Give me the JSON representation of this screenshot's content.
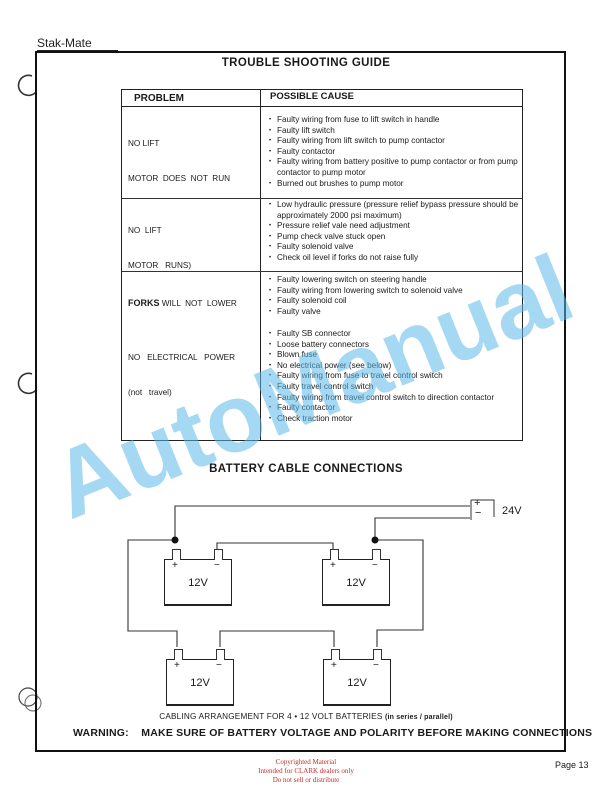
{
  "header": {
    "product": "Stak-Mate"
  },
  "titles": {
    "main": "TROUBLE  SHOOTING  GUIDE",
    "battery": "BATTERY  CABLE  CONNECTIONS"
  },
  "table": {
    "columns": {
      "problem": "PROBLEM",
      "cause": "POSSIBLE CAUSE"
    },
    "rows": [
      {
        "problem": [
          "NO LIFT",
          "MOTOR  DOES  NOT  RUN"
        ],
        "causes": [
          "Faulty wiring from fuse to lift switch in handle",
          "Faulty lift switch",
          "Faulty wiring from lift switch to pump contactor",
          "Faulty contactor",
          "Faulty wiring from battery positive to pump contactor or from pump contactor to pump motor",
          "Burned out brushes to pump motor"
        ]
      },
      {
        "problem": [
          "NO  LIFT",
          "MOTOR   RUNS)"
        ],
        "causes": [
          "Low hydraulic pressure (pressure relief bypass pressure should be approximately 2000 psi maximum)",
          "Pressure relief vale need adjustment",
          "Pump check valve stuck open",
          "Faulty solenoid valve",
          "Check oil level if forks do not raise fully"
        ]
      },
      {
        "problem_bold": "FORKS",
        "problem": [
          "WILL  NOT  LOWER"
        ],
        "causes": [
          "Faulty lowering switch on steering handle",
          "Faulty wiring from lowering switch to solenoid valve",
          "Faulty solenoid coil",
          "Faulty valve"
        ]
      },
      {
        "problem": [
          "NO   ELECTRICAL   POWER",
          "(not   travel)"
        ],
        "causes": [
          "Faulty SB connector",
          "Loose battery connectors",
          "Blown fuse",
          "No electrical power (see below)",
          "Faulty wiring from fuse to travel control switch",
          "Faulty travel control switch",
          "Faulty wiring from travel control switch to direction contactor",
          "Faulty contactor",
          "Check traction motor"
        ]
      }
    ]
  },
  "diagram": {
    "output_terminal": {
      "plus": "+",
      "minus": "−",
      "label": "24V"
    },
    "batteries": [
      {
        "id": "top-left",
        "voltage": "12V",
        "plus": "+",
        "minus": "−"
      },
      {
        "id": "top-right",
        "voltage": "12V",
        "plus": "+",
        "minus": "−"
      },
      {
        "id": "bottom-left",
        "voltage": "12V",
        "plus": "+",
        "minus": "−"
      },
      {
        "id": "bottom-right",
        "voltage": "12V",
        "plus": "+",
        "minus": "−"
      }
    ],
    "caption_main": "CABLING  ARRANGEMENT  FOR  4  •  12  VOLT  BATTERIES ",
    "caption_paren": "(in series / parallel)"
  },
  "warning": "WARNING:    MAKE SURE OF BATTERY VOLTAGE AND POLARITY BEFORE MAKING CONNECTIONS",
  "footer": {
    "copyright": [
      "Copyrighted Material",
      "Intended for CLARK dealers only",
      "Do not sell or distribute"
    ],
    "page": "Page 13"
  },
  "watermark": {
    "text": "AutoManual",
    "color": "#5bb8e8"
  }
}
